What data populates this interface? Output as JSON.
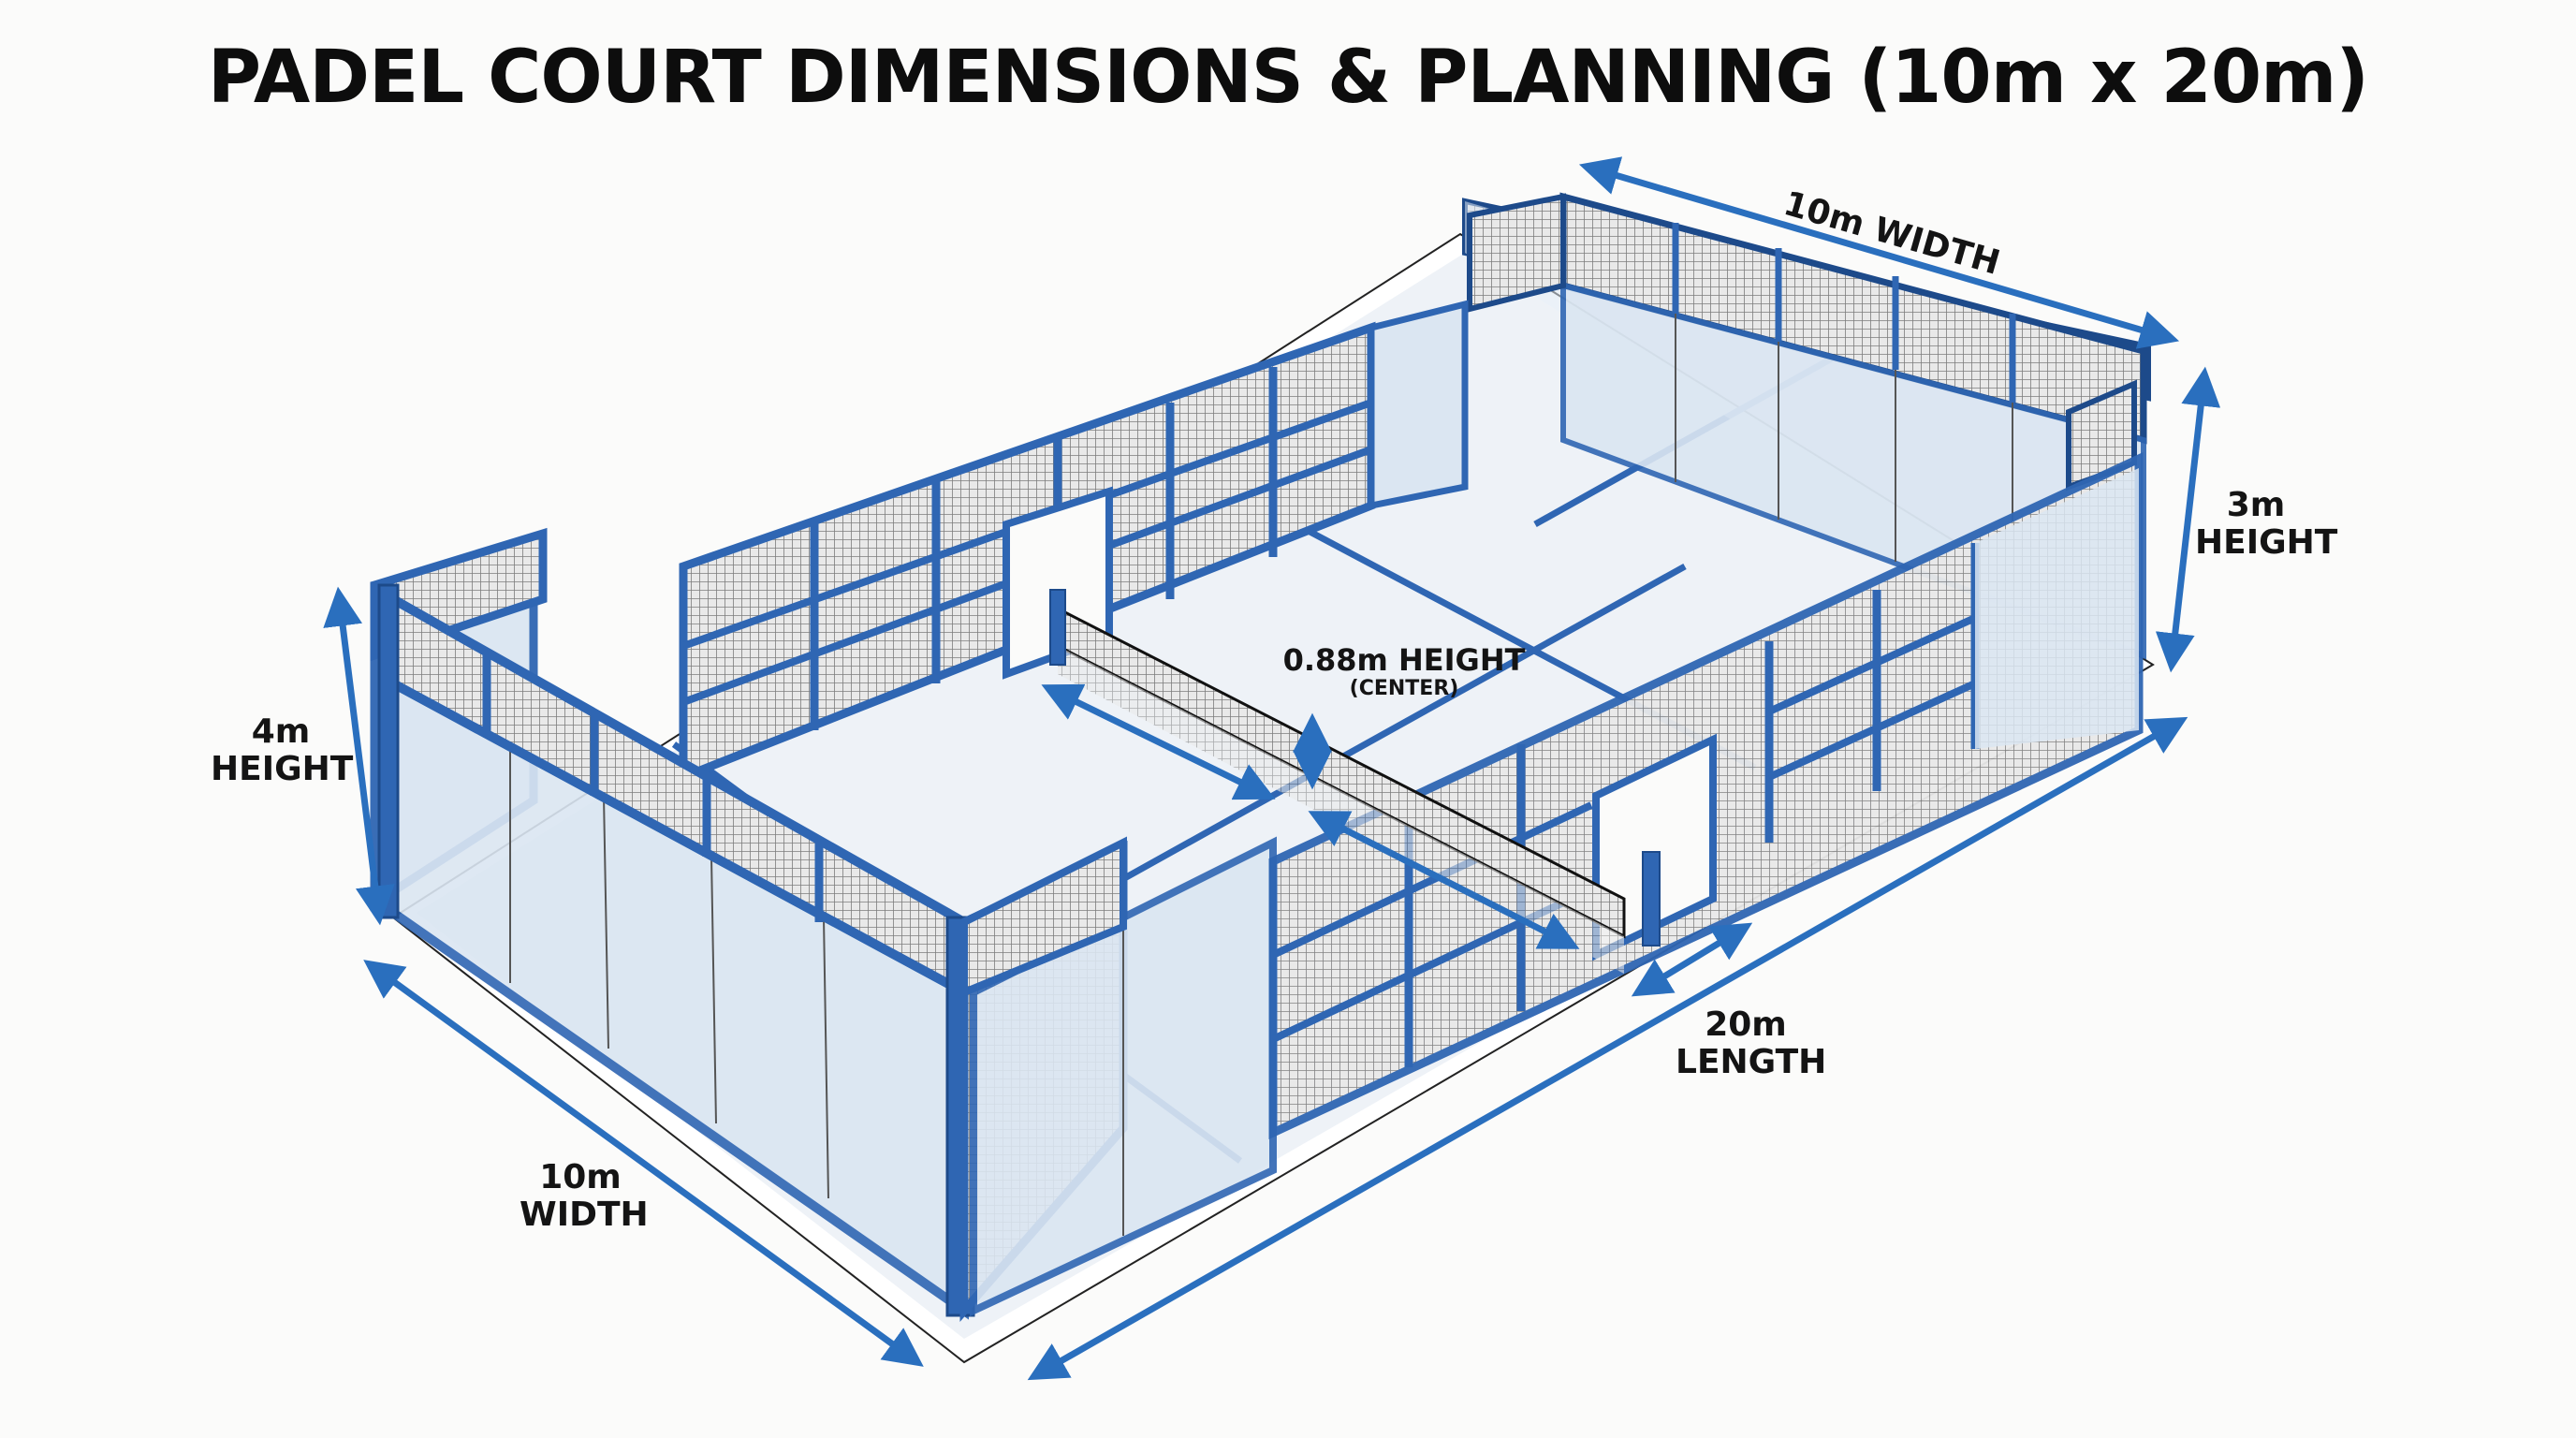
{
  "title": "PADEL COURT DIMENSIONS & PLANNING (10m x 20m)",
  "labels": {
    "top_width": {
      "text": "10m WIDTH"
    },
    "right_height": {
      "line1": "3m",
      "line2": "HEIGHT"
    },
    "left_height": {
      "line1": "4m",
      "line2": "HEIGHT"
    },
    "net_height": {
      "line1": "0.88m HEIGHT",
      "line2": "(CENTER)"
    },
    "length": {
      "line1": "20m",
      "line2": "LENGTH"
    },
    "front_width": {
      "line1": "10m",
      "line2": "WIDTH"
    }
  },
  "dimensions": {
    "court_width_m": 10,
    "court_length_m": 20,
    "back_wall_height_m": 4,
    "side_wall_height_m": 3,
    "net_height_center_m": 0.88
  },
  "colors": {
    "background": "#fbfbfa",
    "frame_blue": "#2f66b3",
    "frame_dark": "#1d4a8a",
    "arrow_blue": "#2a6fbe",
    "glass": "#dbe6f2",
    "floor": "#eef2f7",
    "court_line": "#2f66b3",
    "mesh": "#8a8a8a",
    "text": "#141414"
  }
}
